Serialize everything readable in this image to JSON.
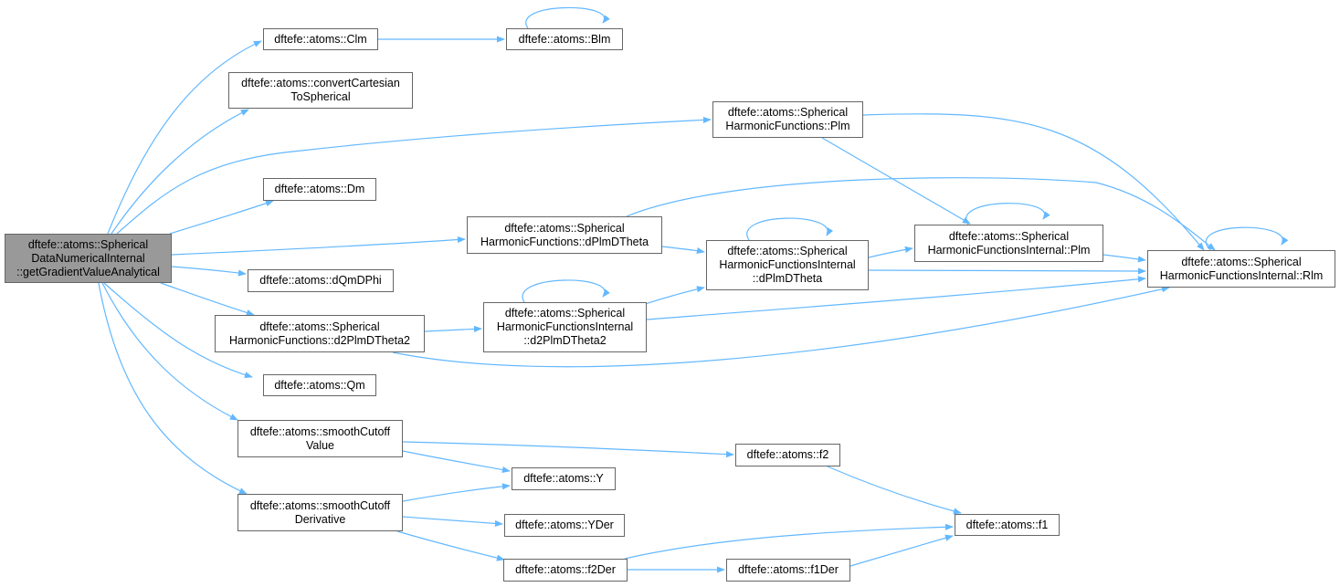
{
  "colors": {
    "edge": "#63b8ff",
    "node_border": "#666666",
    "root_fill": "#999999",
    "node_fill": "#ffffff"
  },
  "nodes": {
    "root": [
      "dftefe::atoms::Spherical",
      "DataNumericalInternal",
      "::getGradientValueAnalytical"
    ],
    "clm": [
      "dftefe::atoms::Clm"
    ],
    "blm": [
      "dftefe::atoms::Blm"
    ],
    "convert": [
      "dftefe::atoms::convertCartesian",
      "ToSpherical"
    ],
    "shf_plm": [
      "dftefe::atoms::Spherical",
      "HarmonicFunctions::Plm"
    ],
    "dm": [
      "dftefe::atoms::Dm"
    ],
    "shf_dplm": [
      "dftefe::atoms::Spherical",
      "HarmonicFunctions::dPlmDTheta"
    ],
    "shfi_dplm": [
      "dftefe::atoms::Spherical",
      "HarmonicFunctionsInternal",
      "::dPlmDTheta"
    ],
    "shfi_plm": [
      "dftefe::atoms::Spherical",
      "HarmonicFunctionsInternal::Plm"
    ],
    "shfi_rlm": [
      "dftefe::atoms::Spherical",
      "HarmonicFunctionsInternal::Rlm"
    ],
    "dqm": [
      "dftefe::atoms::dQmDPhi"
    ],
    "shf_d2plm": [
      "dftefe::atoms::Spherical",
      "HarmonicFunctions::d2PlmDTheta2"
    ],
    "shfi_d2plm": [
      "dftefe::atoms::Spherical",
      "HarmonicFunctionsInternal",
      "::d2PlmDTheta2"
    ],
    "qm": [
      "dftefe::atoms::Qm"
    ],
    "scv": [
      "dftefe::atoms::smoothCutoff",
      "Value"
    ],
    "f2": [
      "dftefe::atoms::f2"
    ],
    "y": [
      "dftefe::atoms::Y"
    ],
    "scd": [
      "dftefe::atoms::smoothCutoff",
      "Derivative"
    ],
    "yder": [
      "dftefe::atoms::YDer"
    ],
    "f1": [
      "dftefe::atoms::f1"
    ],
    "f2der": [
      "dftefe::atoms::f2Der"
    ],
    "f1der": [
      "dftefe::atoms::f1Der"
    ]
  },
  "edges": [
    [
      "root",
      "clm"
    ],
    [
      "root",
      "convert"
    ],
    [
      "root",
      "shf_plm"
    ],
    [
      "root",
      "dm"
    ],
    [
      "root",
      "shf_dplm"
    ],
    [
      "root",
      "dqm"
    ],
    [
      "root",
      "shf_d2plm"
    ],
    [
      "root",
      "qm"
    ],
    [
      "root",
      "scv"
    ],
    [
      "root",
      "scd"
    ],
    [
      "clm",
      "blm"
    ],
    [
      "blm",
      "blm"
    ],
    [
      "shf_plm",
      "shfi_plm"
    ],
    [
      "shf_plm",
      "shfi_rlm"
    ],
    [
      "shf_dplm",
      "shfi_dplm"
    ],
    [
      "shf_dplm",
      "shfi_rlm"
    ],
    [
      "shfi_dplm",
      "shfi_dplm"
    ],
    [
      "shfi_dplm",
      "shfi_plm"
    ],
    [
      "shfi_dplm",
      "shfi_rlm"
    ],
    [
      "shfi_plm",
      "shfi_plm"
    ],
    [
      "shfi_plm",
      "shfi_rlm"
    ],
    [
      "shfi_rlm",
      "shfi_rlm"
    ],
    [
      "shf_d2plm",
      "shfi_d2plm"
    ],
    [
      "shf_d2plm",
      "shfi_rlm"
    ],
    [
      "shfi_d2plm",
      "shfi_d2plm"
    ],
    [
      "shfi_d2plm",
      "shfi_dplm"
    ],
    [
      "shfi_d2plm",
      "shfi_rlm"
    ],
    [
      "scv",
      "f2"
    ],
    [
      "scv",
      "y"
    ],
    [
      "f2",
      "f1"
    ],
    [
      "scd",
      "y"
    ],
    [
      "scd",
      "yder"
    ],
    [
      "scd",
      "f2der"
    ],
    [
      "f2der",
      "f1"
    ],
    [
      "f2der",
      "f1der"
    ],
    [
      "f1der",
      "f1"
    ]
  ]
}
